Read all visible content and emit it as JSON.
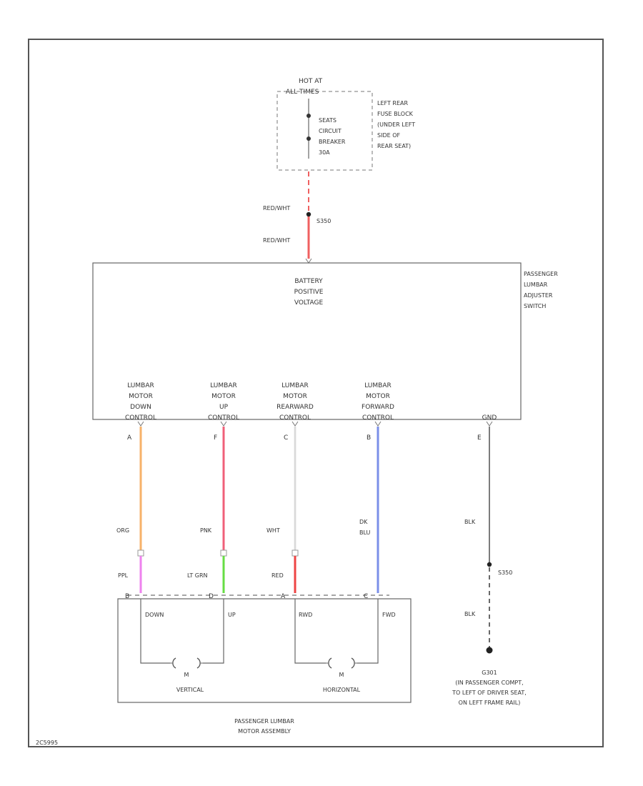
{
  "fuse": {
    "hot_at_1": "HOT AT",
    "hot_at_2": "ALL TIMES",
    "breaker_1": "SEATS",
    "breaker_2": "CIRCUIT",
    "breaker_3": "BREAKER",
    "breaker_4": "30A",
    "location_1": "LEFT REAR",
    "location_2": "FUSE BLOCK",
    "location_3": "(UNDER LEFT",
    "location_4": "SIDE OF",
    "location_5": "REAR SEAT)"
  },
  "feed": {
    "wire_upper": "RED/WHT",
    "splice": "S350",
    "wire_lower": "RED/WHT"
  },
  "switch": {
    "name_1": "PASSENGER",
    "name_2": "LUMBAR",
    "name_3": "ADJUSTER",
    "name_4": "SWITCH",
    "bpv_1": "BATTERY",
    "bpv_2": "POSITIVE",
    "bpv_3": "VOLTAGE",
    "gnd": "GND"
  },
  "circuits": [
    {
      "l1": "LUMBAR",
      "l2": "MOTOR",
      "l3": "DOWN",
      "l4": "CONTROL",
      "pin": "A",
      "wire": "ORG",
      "wire2": "",
      "mwire": "PPL",
      "mpin": "B",
      "color": "#f7b26a",
      "mcolor": "#ee82ee"
    },
    {
      "l1": "LUMBAR",
      "l2": "MOTOR",
      "l3": "UP",
      "l4": "CONTROL",
      "pin": "F",
      "wire": "PNK",
      "wire2": "",
      "mwire": "LT GRN",
      "mpin": "D",
      "color": "#f0607a",
      "mcolor": "#66dd44"
    },
    {
      "l1": "LUMBAR",
      "l2": "MOTOR",
      "l3": "REARWARD",
      "l4": "CONTROL",
      "pin": "C",
      "wire": "WHT",
      "wire2": "",
      "mwire": "RED",
      "mpin": "A",
      "color": "#dddddd",
      "mcolor": "#ee4444"
    },
    {
      "l1": "LUMBAR",
      "l2": "MOTOR",
      "l3": "FORWARD",
      "l4": "CONTROL",
      "pin": "B",
      "wire": "DK",
      "wire2": "BLU",
      "mwire": "",
      "mpin": "C",
      "color": "#7b8fe8",
      "mcolor": "#7b8fe8"
    }
  ],
  "ground": {
    "pin": "E",
    "wire_upper": "BLK",
    "splice": "S350",
    "wire_lower": "BLK",
    "g_1": "G301",
    "g_2": "(IN PASSENGER COMPT,",
    "g_3": "TO LEFT OF DRIVER SEAT,",
    "g_4": "ON LEFT FRAME RAIL)"
  },
  "motor": {
    "down": "DOWN",
    "up": "UP",
    "rwd": "RWD",
    "fwd": "FWD",
    "m_left": "M",
    "m_right": "M",
    "vertical": "VERTICAL",
    "horizontal": "HORIZONTAL",
    "assembly_1": "PASSENGER LUMBAR",
    "assembly_2": "MOTOR ASSEMBLY"
  },
  "footer": {
    "code": "2C5995"
  },
  "colors": {
    "frame": "#555555",
    "feed_wire": "#f06060",
    "ground_wire": "#444444"
  }
}
